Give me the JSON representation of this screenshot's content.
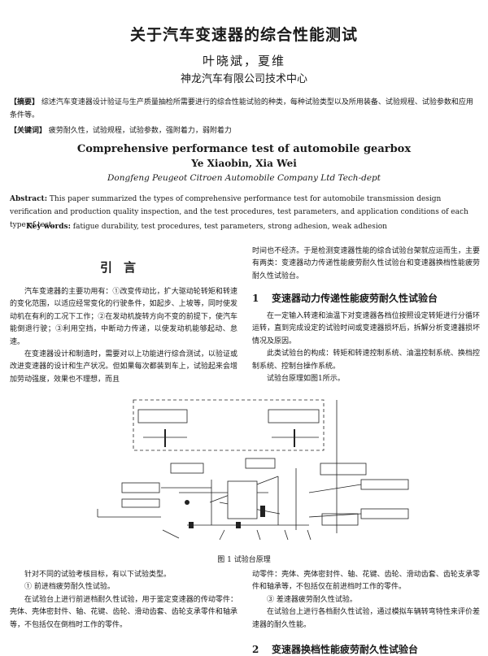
{
  "title": "关于汽车变速器的综合性能测试",
  "authors": "叶晓斌，夏维",
  "affiliation": "神龙汽车有限公司技术中心",
  "abstract_cn": {
    "label": "【摘要】",
    "text": "综述汽车变速器设计验证与生产质量抽检所需要进行的综合性能试验的种类，每种试验类型以及所用装备、试验规程、试验参数和应用条件等。"
  },
  "keywords_cn": {
    "label": "【关键词】",
    "text": "疲劳耐久性，试验规程，试验参数，强附着力，弱附着力"
  },
  "english": {
    "title": "Comprehensive performance test of automobile gearbox",
    "authors": "Ye Xiaobin, Xia Wei",
    "affiliation": "Dongfeng Peugeot Citroen Automobile Company Ltd Tech-dept",
    "abstract_label": "Abstract:",
    "abstract_text": "This paper summarized the types of comprehensive performance test for automobile transmission design verification and production quality inspection, and the test procedures, test parameters, and application conditions of each type of test.",
    "keywords_label": "Key words:",
    "keywords_text": "fatigue durability, test procedures, test parameters, strong adhesion, weak adhesion"
  },
  "intro": {
    "heading": "引言",
    "p1": "汽车变速器的主要功用有：①改变传动比，扩大驱动轮转矩和转速的变化范围，以适应经常变化的行驶条件，如起步、上坡等，同时使发动机在有利的工况下工作；②在发动机旋转方向不变的前提下，使汽车能倒退行驶；③利用空挡，中断动力传递，以使发动机能够起动、怠速。",
    "p2": "在变速器设计和制造时，需要对以上功能进行综合测试，以验证或改进变速器的设计和生产状况。但如果每次都装到车上，试验起来会增加劳动强度，效果也不理想，而且"
  },
  "right_top": {
    "p1": "时间也不经济。于是检测变速器性能的综合试验台架就应运而生，主要有两类：变速器动力传递性能疲劳耐久性试验台和变速器换档性能疲劳耐久性试验台。"
  },
  "section1": {
    "number": "1",
    "heading": "变速器动力传递性能疲劳耐久性试验台",
    "p1": "在一定输入转速和油温下对变速器各档位按照设定转矩进行分循环运转，直到完成设定的试验时间或变速器损坏后，拆解分析变速器损坏情况及原因。",
    "p2": "此类试验台的构成：转矩和转速控制系统、油温控制系统、换档控制系统、控制台操作系统。",
    "p3": "试验台原理如图1所示。"
  },
  "figure": {
    "caption": "图 1   试验台原理"
  },
  "bottom_left": {
    "p1": "针对不同的试验考核目标，有以下试验类型。",
    "p2": "① 前进档疲劳耐久性试验。",
    "p3": "在试验台上进行前进档耐久性试验，用于鉴定变速器的传动零件：壳体、壳体密封件、轴、花键、齿轮、滑动齿套、齿轮支承零件和轴承等，不包括仅在倒档时工作的零件。"
  },
  "bottom_right": {
    "p1": "动零件：壳体、壳体密封件、轴、花键、齿轮、滑动齿套、齿轮支承零件和轴承等，不包括仅在前进档时工作的零件。",
    "p2": "③ 差速器疲劳耐久性试验。",
    "p3": "在试验台上进行各档耐久性试验，通过模拟车辆转弯特性来评价差速器的耐久性能。"
  },
  "section2": {
    "number": "2",
    "heading": "变速器换档性能疲劳耐久性试验台"
  }
}
